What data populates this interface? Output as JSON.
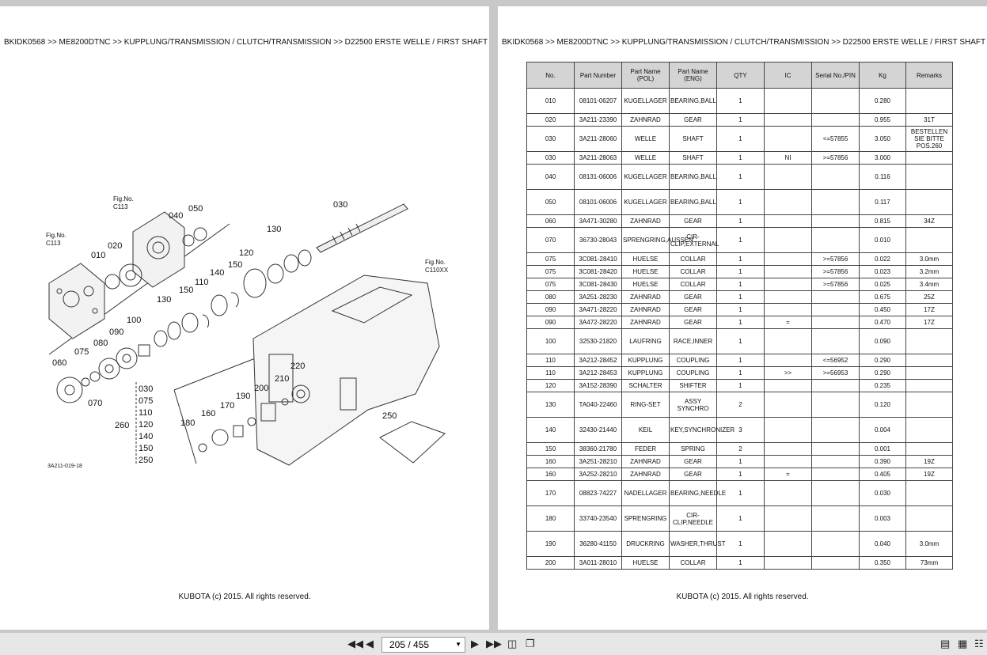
{
  "breadcrumb": "BKIDK0568 >> ME8200DTNC >> KUPPLUNG/TRANSMISSION / CLUTCH/TRANSMISSION >> D22500    ERSTE WELLE / FIRST SHAFT",
  "footer": "KUBOTA (c) 2015. All rights reserved.",
  "diagram": {
    "id": "3A211-019-18",
    "fig_c113_a": [
      "Fig.No.",
      "C113"
    ],
    "fig_c113_b": [
      "Fig.No.",
      "C113"
    ],
    "fig_c110": [
      "Fig.No.",
      "C110XX"
    ],
    "callouts": [
      "010",
      "020",
      "030",
      "040",
      "050",
      "060",
      "070",
      "075",
      "080",
      "090",
      "100",
      "110",
      "120",
      "130",
      "130",
      "140",
      "150",
      "150",
      "160",
      "170",
      "180",
      "190",
      "200",
      "210",
      "220",
      "250"
    ],
    "set_260": {
      "label": "260",
      "items": [
        "030",
        "075",
        "110",
        "120",
        "140",
        "150",
        "250"
      ]
    }
  },
  "table": {
    "headers": [
      "No.",
      "Part Number",
      "Part Name (POL)",
      "Part Name (ENG)",
      "QTY",
      "IC",
      "Serial No./PIN",
      "Kg",
      "Remarks"
    ],
    "rows": [
      {
        "no": "010",
        "part": "08101-06207",
        "pol": "KUGELLAGER",
        "eng": "BEARING,BALL",
        "qty": "1",
        "ic": "",
        "serial": "",
        "kg": "0.280",
        "remarks": ""
      },
      {
        "no": "020",
        "part": "3A211-23390",
        "pol": "ZAHNRAD",
        "eng": "GEAR",
        "qty": "1",
        "ic": "",
        "serial": "",
        "kg": "0.955",
        "remarks": "31T"
      },
      {
        "no": "030",
        "part": "3A211-28060",
        "pol": "WELLE",
        "eng": "SHAFT",
        "qty": "1",
        "ic": "",
        "serial": "<=57855",
        "kg": "3.050",
        "remarks": "BESTELLEN SIE BITTE POS.260"
      },
      {
        "no": "030",
        "part": "3A211-28063",
        "pol": "WELLE",
        "eng": "SHAFT",
        "qty": "1",
        "ic": "NI",
        "serial": ">=57856",
        "kg": "3.000",
        "remarks": ""
      },
      {
        "no": "040",
        "part": "08131-06006",
        "pol": "KUGELLAGER",
        "eng": "BEARING,BALL",
        "qty": "1",
        "ic": "",
        "serial": "",
        "kg": "0.116",
        "remarks": ""
      },
      {
        "no": "050",
        "part": "08101-06006",
        "pol": "KUGELLAGER",
        "eng": "BEARING,BALL",
        "qty": "1",
        "ic": "",
        "serial": "",
        "kg": "0.117",
        "remarks": ""
      },
      {
        "no": "060",
        "part": "3A471-30280",
        "pol": "ZAHNRAD",
        "eng": "GEAR",
        "qty": "1",
        "ic": "",
        "serial": "",
        "kg": "0.815",
        "remarks": "34Z"
      },
      {
        "no": "070",
        "part": "36730-28043",
        "pol": "SPRENGRING,AUSSEN",
        "eng": "CIR-CLIP,EXTERNAL",
        "qty": "1",
        "ic": "",
        "serial": "",
        "kg": "0.010",
        "remarks": ""
      },
      {
        "no": "075",
        "part": "3C081-28410",
        "pol": "HUELSE",
        "eng": "COLLAR",
        "qty": "1",
        "ic": "",
        "serial": ">=57856",
        "kg": "0.022",
        "remarks": "3.0mm"
      },
      {
        "no": "075",
        "part": "3C081-28420",
        "pol": "HUELSE",
        "eng": "COLLAR",
        "qty": "1",
        "ic": "",
        "serial": ">=57856",
        "kg": "0.023",
        "remarks": "3.2mm"
      },
      {
        "no": "075",
        "part": "3C081-28430",
        "pol": "HUELSE",
        "eng": "COLLAR",
        "qty": "1",
        "ic": "",
        "serial": ">=57856",
        "kg": "0.025",
        "remarks": "3.4mm"
      },
      {
        "no": "080",
        "part": "3A251-28230",
        "pol": "ZAHNRAD",
        "eng": "GEAR",
        "qty": "1",
        "ic": "",
        "serial": "",
        "kg": "0.675",
        "remarks": "25Z"
      },
      {
        "no": "090",
        "part": "3A471-28220",
        "pol": "ZAHNRAD",
        "eng": "GEAR",
        "qty": "1",
        "ic": "",
        "serial": "",
        "kg": "0.450",
        "remarks": "17Z"
      },
      {
        "no": "090",
        "part": "3A472-28220",
        "pol": "ZAHNRAD",
        "eng": "GEAR",
        "qty": "1",
        "ic": "=",
        "serial": "",
        "kg": "0.470",
        "remarks": "17Z"
      },
      {
        "no": "100",
        "part": "32530-21820",
        "pol": "LAUFRING",
        "eng": "RACE,INNER",
        "qty": "1",
        "ic": "",
        "serial": "",
        "kg": "0.090",
        "remarks": ""
      },
      {
        "no": "110",
        "part": "3A212-28452",
        "pol": "KUPPLUNG",
        "eng": "COUPLING",
        "qty": "1",
        "ic": "",
        "serial": "<=56952",
        "kg": "0.290",
        "remarks": ""
      },
      {
        "no": "110",
        "part": "3A212-28453",
        "pol": "KUPPLUNG",
        "eng": "COUPLING",
        "qty": "1",
        "ic": ">>",
        "serial": ">=56953",
        "kg": "0.290",
        "remarks": ""
      },
      {
        "no": "120",
        "part": "3A152-28390",
        "pol": "SCHALTER",
        "eng": "SHIFTER",
        "qty": "1",
        "ic": "",
        "serial": "",
        "kg": "0.235",
        "remarks": ""
      },
      {
        "no": "130",
        "part": "TA040-22460",
        "pol": "RING-SET",
        "eng": "ASSY SYNCHRO",
        "qty": "2",
        "ic": "",
        "serial": "",
        "kg": "0.120",
        "remarks": ""
      },
      {
        "no": "140",
        "part": "32430-21440",
        "pol": "KEIL",
        "eng": "KEY,SYNCHRONIZER",
        "qty": "3",
        "ic": "",
        "serial": "",
        "kg": "0.004",
        "remarks": ""
      },
      {
        "no": "150",
        "part": "38360-21780",
        "pol": "FEDER",
        "eng": "SPRING",
        "qty": "2",
        "ic": "",
        "serial": "",
        "kg": "0.001",
        "remarks": ""
      },
      {
        "no": "160",
        "part": "3A251-28210",
        "pol": "ZAHNRAD",
        "eng": "GEAR",
        "qty": "1",
        "ic": "",
        "serial": "",
        "kg": "0.390",
        "remarks": "19Z"
      },
      {
        "no": "160",
        "part": "3A252-28210",
        "pol": "ZAHNRAD",
        "eng": "GEAR",
        "qty": "1",
        "ic": "=",
        "serial": "",
        "kg": "0.405",
        "remarks": "19Z"
      },
      {
        "no": "170",
        "part": "08823-74227",
        "pol": "NADELLAGER",
        "eng": "BEARING,NEEDLE",
        "qty": "1",
        "ic": "",
        "serial": "",
        "kg": "0.030",
        "remarks": ""
      },
      {
        "no": "180",
        "part": "33740-23540",
        "pol": "SPRENGRING",
        "eng": "CIR-CLIP,NEEDLE",
        "qty": "1",
        "ic": "",
        "serial": "",
        "kg": "0.003",
        "remarks": ""
      },
      {
        "no": "190",
        "part": "36280-41150",
        "pol": "DRUCKRING",
        "eng": "WASHER,THRUST",
        "qty": "1",
        "ic": "",
        "serial": "",
        "kg": "0.040",
        "remarks": "3.0mm"
      },
      {
        "no": "200",
        "part": "3A011-28010",
        "pol": "HUELSE",
        "eng": "COLLAR",
        "qty": "1",
        "ic": "",
        "serial": "",
        "kg": "0.350",
        "remarks": "73mm"
      }
    ]
  },
  "toolbar": {
    "page_indicator": "205 / 455",
    "icons": [
      "first-page-icon",
      "previous-page-icon",
      "next-page-icon",
      "last-page-icon",
      "fit-page-icon",
      "two-page-icon",
      "single-page-view-icon",
      "double-page-view-icon",
      "thumbnails-view-icon"
    ]
  }
}
